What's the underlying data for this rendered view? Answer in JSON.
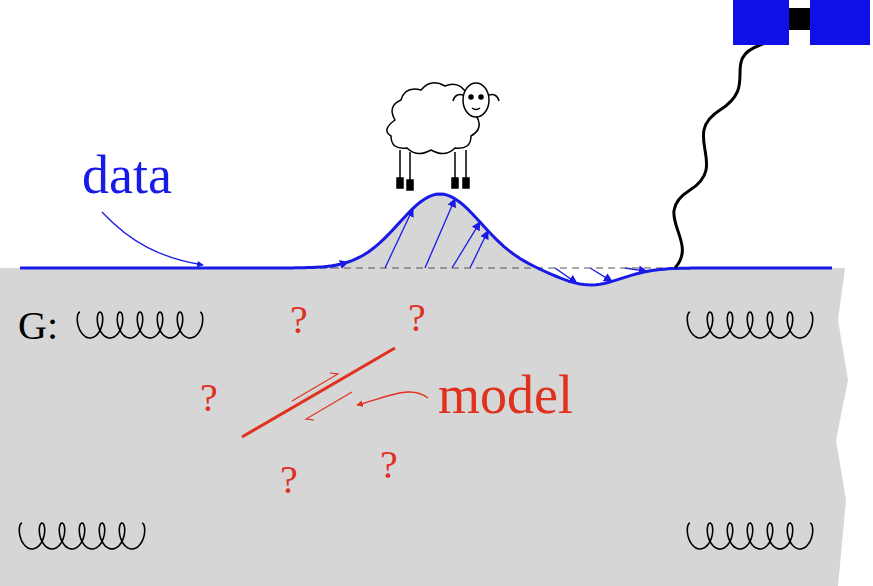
{
  "diagram": {
    "labels": [
      "data",
      "G:",
      "?",
      "?",
      "model",
      "?",
      "?",
      "?"
    ]
  }
}
